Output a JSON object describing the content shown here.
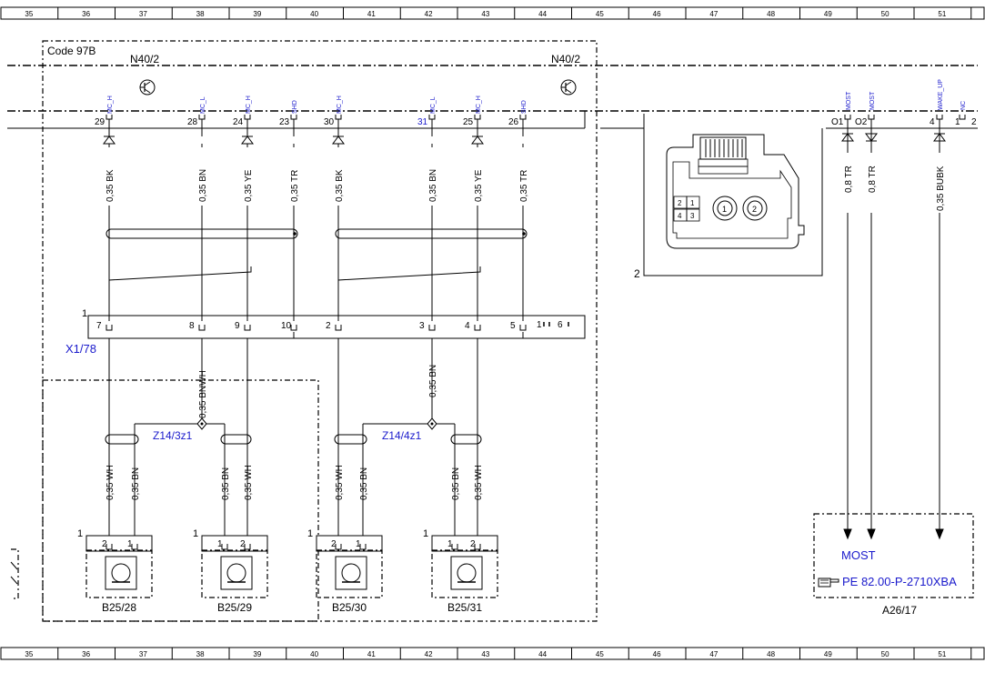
{
  "ruler": {
    "columns": [
      "35",
      "36",
      "37",
      "38",
      "39",
      "40",
      "41",
      "42",
      "43",
      "44",
      "45",
      "46",
      "47",
      "48",
      "49",
      "50",
      "51"
    ]
  },
  "module": {
    "code": "Code 97B",
    "name_left": "N40/2",
    "name_right": "N40/2",
    "pins": [
      {
        "num": "29",
        "signal": "MC_H",
        "wire": "0,35 BK"
      },
      {
        "num": "28",
        "signal": "MC_L",
        "wire": "0,35 BN"
      },
      {
        "num": "24",
        "signal": "MC_H",
        "wire": "0,35 YE"
      },
      {
        "num": "23",
        "signal": "SHD",
        "wire": "0,35 TR"
      },
      {
        "num": "30",
        "signal": "MC_H",
        "wire": "0,35 BK"
      },
      {
        "num": "31",
        "signal": "MC_L",
        "wire": "0,35 BN"
      },
      {
        "num": "25",
        "signal": "MC_H",
        "wire": "0,35 YE"
      },
      {
        "num": "26",
        "signal": "SHD",
        "wire": "0,35 TR"
      }
    ]
  },
  "connector_x178": {
    "name": "X1/78",
    "label_1": "1",
    "pins": [
      "7",
      "8",
      "9",
      "10",
      "2",
      "3",
      "4",
      "5"
    ],
    "extra": [
      "1",
      "6"
    ]
  },
  "splices": [
    {
      "name": "Z14/3z1",
      "wire_in": "0,35 BNWH"
    },
    {
      "name": "Z14/4z1",
      "wire_in": "0,35 BN"
    }
  ],
  "speakers": [
    {
      "name": "B25/28",
      "pins": [
        "2",
        "1"
      ],
      "wires": [
        "0,35 WH",
        "0,35 BN"
      ]
    },
    {
      "name": "B25/29",
      "pins": [
        "1",
        "2"
      ],
      "wires": [
        "0,35 BN",
        "0,35 WH"
      ]
    },
    {
      "name": "B25/30",
      "pins": [
        "2",
        "1"
      ],
      "wires": [
        "0,35 WH",
        "0,35 BN"
      ]
    },
    {
      "name": "B25/31",
      "pins": [
        "1",
        "2"
      ],
      "wires": [
        "0,35 BN",
        "0,35 WH"
      ]
    }
  ],
  "speaker_group_label": "1",
  "connector_view": {
    "label": "2",
    "cells": [
      "2",
      "1",
      "4",
      "3"
    ],
    "round": [
      "1",
      "2"
    ]
  },
  "right_pins": [
    {
      "num": "O1",
      "signal": "MOST",
      "wire": "0,8 TR"
    },
    {
      "num": "O2",
      "signal": "MOST",
      "wire": "0,8 TR"
    },
    {
      "num": "4",
      "signal": "WAKE_UP",
      "wire": "0,35 BUBK"
    },
    {
      "num": "1",
      "signal": "NC",
      "wire": ""
    },
    {
      "num": "2",
      "signal": "",
      "wire": ""
    }
  ],
  "a26": {
    "most": "MOST",
    "ref": "PE 82.00-P-2710XBA",
    "name": "A26/17"
  },
  "colors": {
    "line": "#000000",
    "blue": "#1a1acc",
    "grid": "#000000"
  }
}
